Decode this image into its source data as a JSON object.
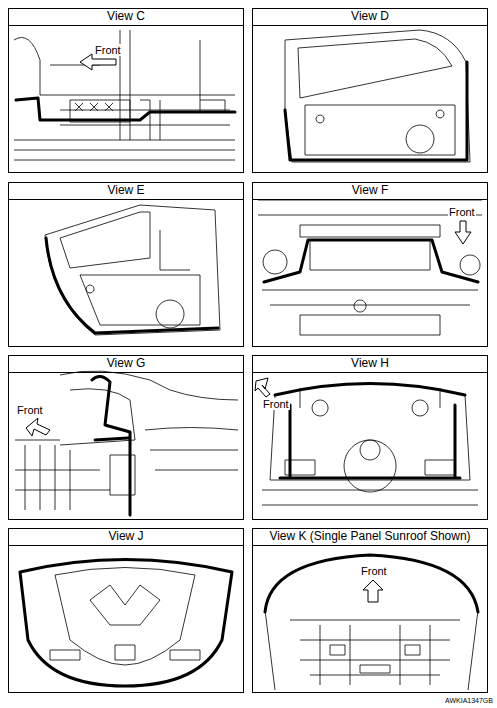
{
  "diagram": {
    "nodes": [
      {
        "text": [
          "View C"
        ]
      },
      {
        "text": [
          "View D"
        ]
      },
      {
        "text": [
          "View E"
        ]
      },
      {
        "text": [
          "View F"
        ]
      },
      {
        "text": [
          "View G"
        ]
      },
      {
        "text": [
          "View H"
        ]
      },
      {
        "text": [
          "View J"
        ]
      },
      {
        "text": [
          "View K (Single Panel Sunroof Shown)"
        ]
      }
    ],
    "labels": [
      "Front",
      "Front",
      "Front",
      "Front",
      "Front",
      "AWKIA1347GB"
    ]
  }
}
